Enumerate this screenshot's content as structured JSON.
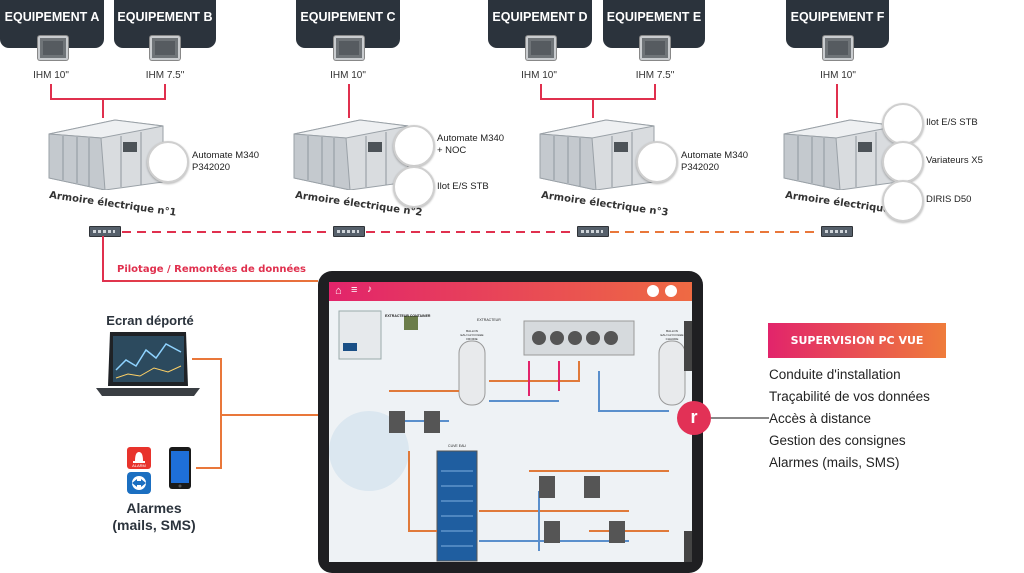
{
  "equipments": [
    {
      "label": "EQUIPEMENT A",
      "ihm": "IHM 10\""
    },
    {
      "label": "EQUIPEMENT B",
      "ihm": "IHM 7.5\""
    },
    {
      "label": "EQUIPEMENT C",
      "ihm": "IHM 10\""
    },
    {
      "label": "EQUIPEMENT D",
      "ihm": "IHM 10\""
    },
    {
      "label": "EQUIPEMENT E",
      "ihm": "IHM 7.5\""
    },
    {
      "label": "EQUIPEMENT F",
      "ihm": "IHM 10\""
    }
  ],
  "cabinets": [
    {
      "label": "Armoire électrique n°1",
      "devices": [
        "Automate M340\nP342020"
      ]
    },
    {
      "label": "Armoire électrique n°2",
      "devices": [
        "Automate M340\n+ NOC",
        "Ilot E/S STB"
      ]
    },
    {
      "label": "Armoire électrique n°3",
      "devices": [
        "Automate M340\nP342020"
      ]
    },
    {
      "label": "Armoire électrique n°4",
      "devices": [
        "Ilot E/S STB",
        "Variateurs X5",
        "DIRIS D50"
      ]
    }
  ],
  "pilotage_label": "Pilotage / Remontées de données",
  "remote_screen_label": "Ecran déporté",
  "alarms_label": "Alarmes\n(mails, SMS)",
  "alarm_icon_text": "ALARM",
  "supervision": {
    "badge": "SUPERVISION  PC VUE",
    "features": [
      "Conduite d'installation",
      "Traçabilité de vos données",
      "Accès à distance",
      "Gestion des consignes",
      "Alarmes (mails, SMS)"
    ]
  },
  "logo_letter": "r",
  "tablet_labels": {
    "extracteur": "EXTRACTEUR CONTAINER",
    "extracteur2": "EXTRACTEUR",
    "ballon1": "BALLON\nEAU GLYCOLEE\nFROIDE",
    "ballon2": "BALLON\nEAU GLYCOLEE\nCHAUDE",
    "cuve": "CUVE EAU"
  },
  "colors": {
    "dark": "#2b333c",
    "red": "#e0304e",
    "orange": "#e9773a",
    "pink": "#e2246b"
  }
}
